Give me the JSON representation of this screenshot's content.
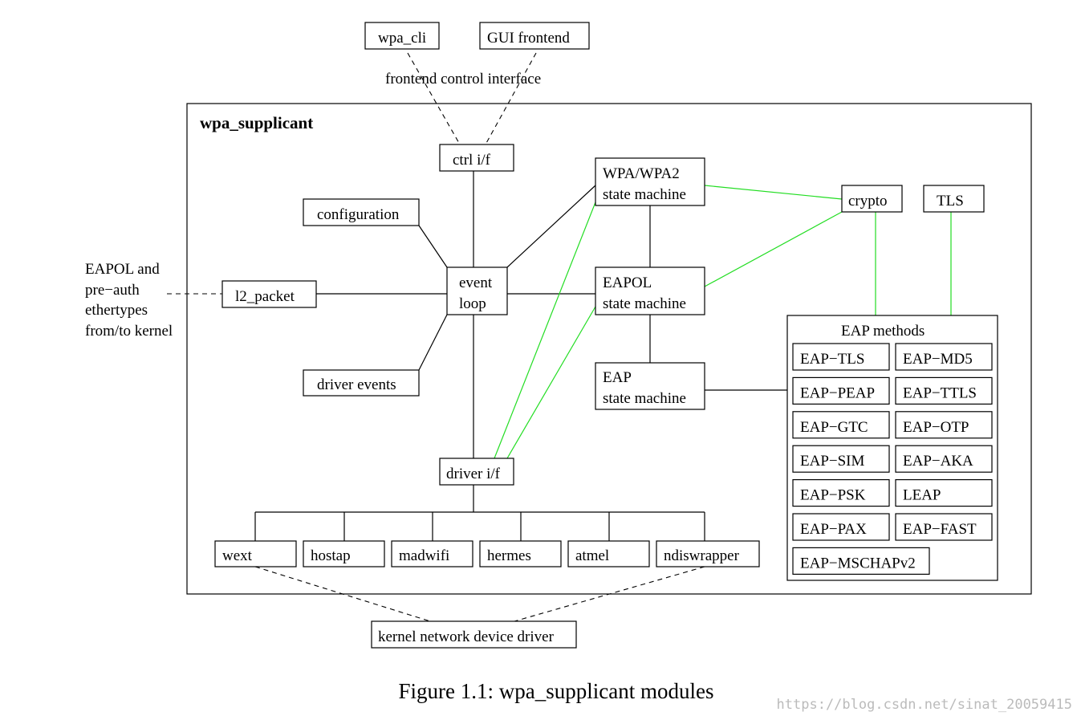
{
  "frame": {
    "title": "wpa_supplicant"
  },
  "frontends": {
    "wpa_cli": "wpa_cli",
    "gui_frontend": "GUI frontend",
    "control_interface_label": "frontend control interface"
  },
  "modules": {
    "ctrl_if": "ctrl i/f",
    "configuration": "configuration",
    "l2_packet": "l2_packet",
    "event_loop": [
      "event",
      "loop"
    ],
    "driver_events": "driver events",
    "driver_if": "driver i/f",
    "wpa_sm": [
      "WPA/WPA2",
      "state machine"
    ],
    "eapol_sm": [
      "EAPOL",
      "state machine"
    ],
    "eap_sm": [
      "EAP",
      "state machine"
    ],
    "crypto": "crypto",
    "tls": "TLS"
  },
  "eapol_note": [
    "EAPOL and",
    "pre−auth",
    "ethertypes",
    "from/to kernel"
  ],
  "eap_methods": {
    "title": "EAP methods",
    "items": [
      "EAP−TLS",
      "EAP−MD5",
      "EAP−PEAP",
      "EAP−TTLS",
      "EAP−GTC",
      "EAP−OTP",
      "EAP−SIM",
      "EAP−AKA",
      "EAP−PSK",
      "LEAP",
      "EAP−PAX",
      "EAP−FAST",
      "EAP−MSCHAPv2"
    ]
  },
  "drivers": [
    "wext",
    "hostap",
    "madwifi",
    "hermes",
    "atmel",
    "ndiswrapper"
  ],
  "kernel_driver": "kernel network device driver",
  "caption": "Figure 1.1: wpa_supplicant modules",
  "watermark": "https://blog.csdn.net/sinat_20059415",
  "colors": {
    "line": "#000000",
    "crypto_link": "#22dd22",
    "watermark": "#bbbbbb"
  }
}
